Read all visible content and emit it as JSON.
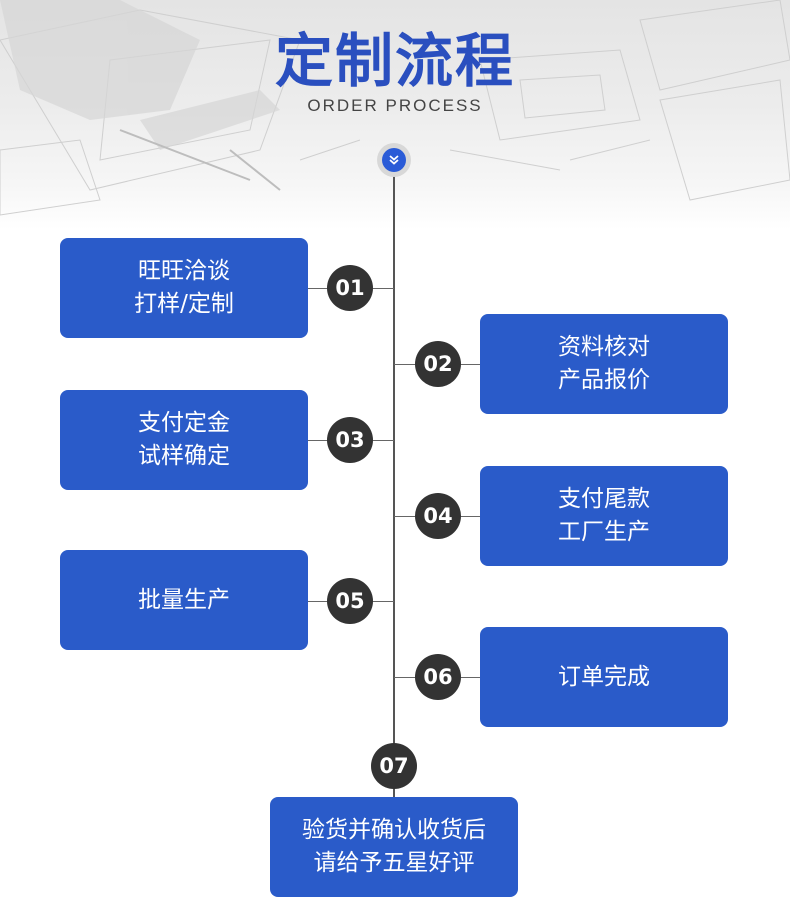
{
  "header": {
    "title": "定制流程",
    "subtitle": "ORDER PROCESS"
  },
  "steps": [
    {
      "number": "01",
      "lines": [
        "旺旺洽谈",
        "打样/定制"
      ]
    },
    {
      "number": "02",
      "lines": [
        "资料核对",
        "产品报价"
      ]
    },
    {
      "number": "03",
      "lines": [
        "支付定金",
        "试样确定"
      ]
    },
    {
      "number": "04",
      "lines": [
        "支付尾款",
        "工厂生产"
      ]
    },
    {
      "number": "05",
      "lines": [
        "批量生产"
      ]
    },
    {
      "number": "06",
      "lines": [
        "订单完成"
      ]
    },
    {
      "number": "07",
      "lines": [
        "验货并确认收货后",
        "请给予五星好评"
      ]
    }
  ],
  "colors": {
    "accent": "#2a5bc9",
    "title": "#2a4fbf",
    "number_badge": "#333333"
  },
  "icons": {
    "top_marker": "chevron-down-icon"
  }
}
